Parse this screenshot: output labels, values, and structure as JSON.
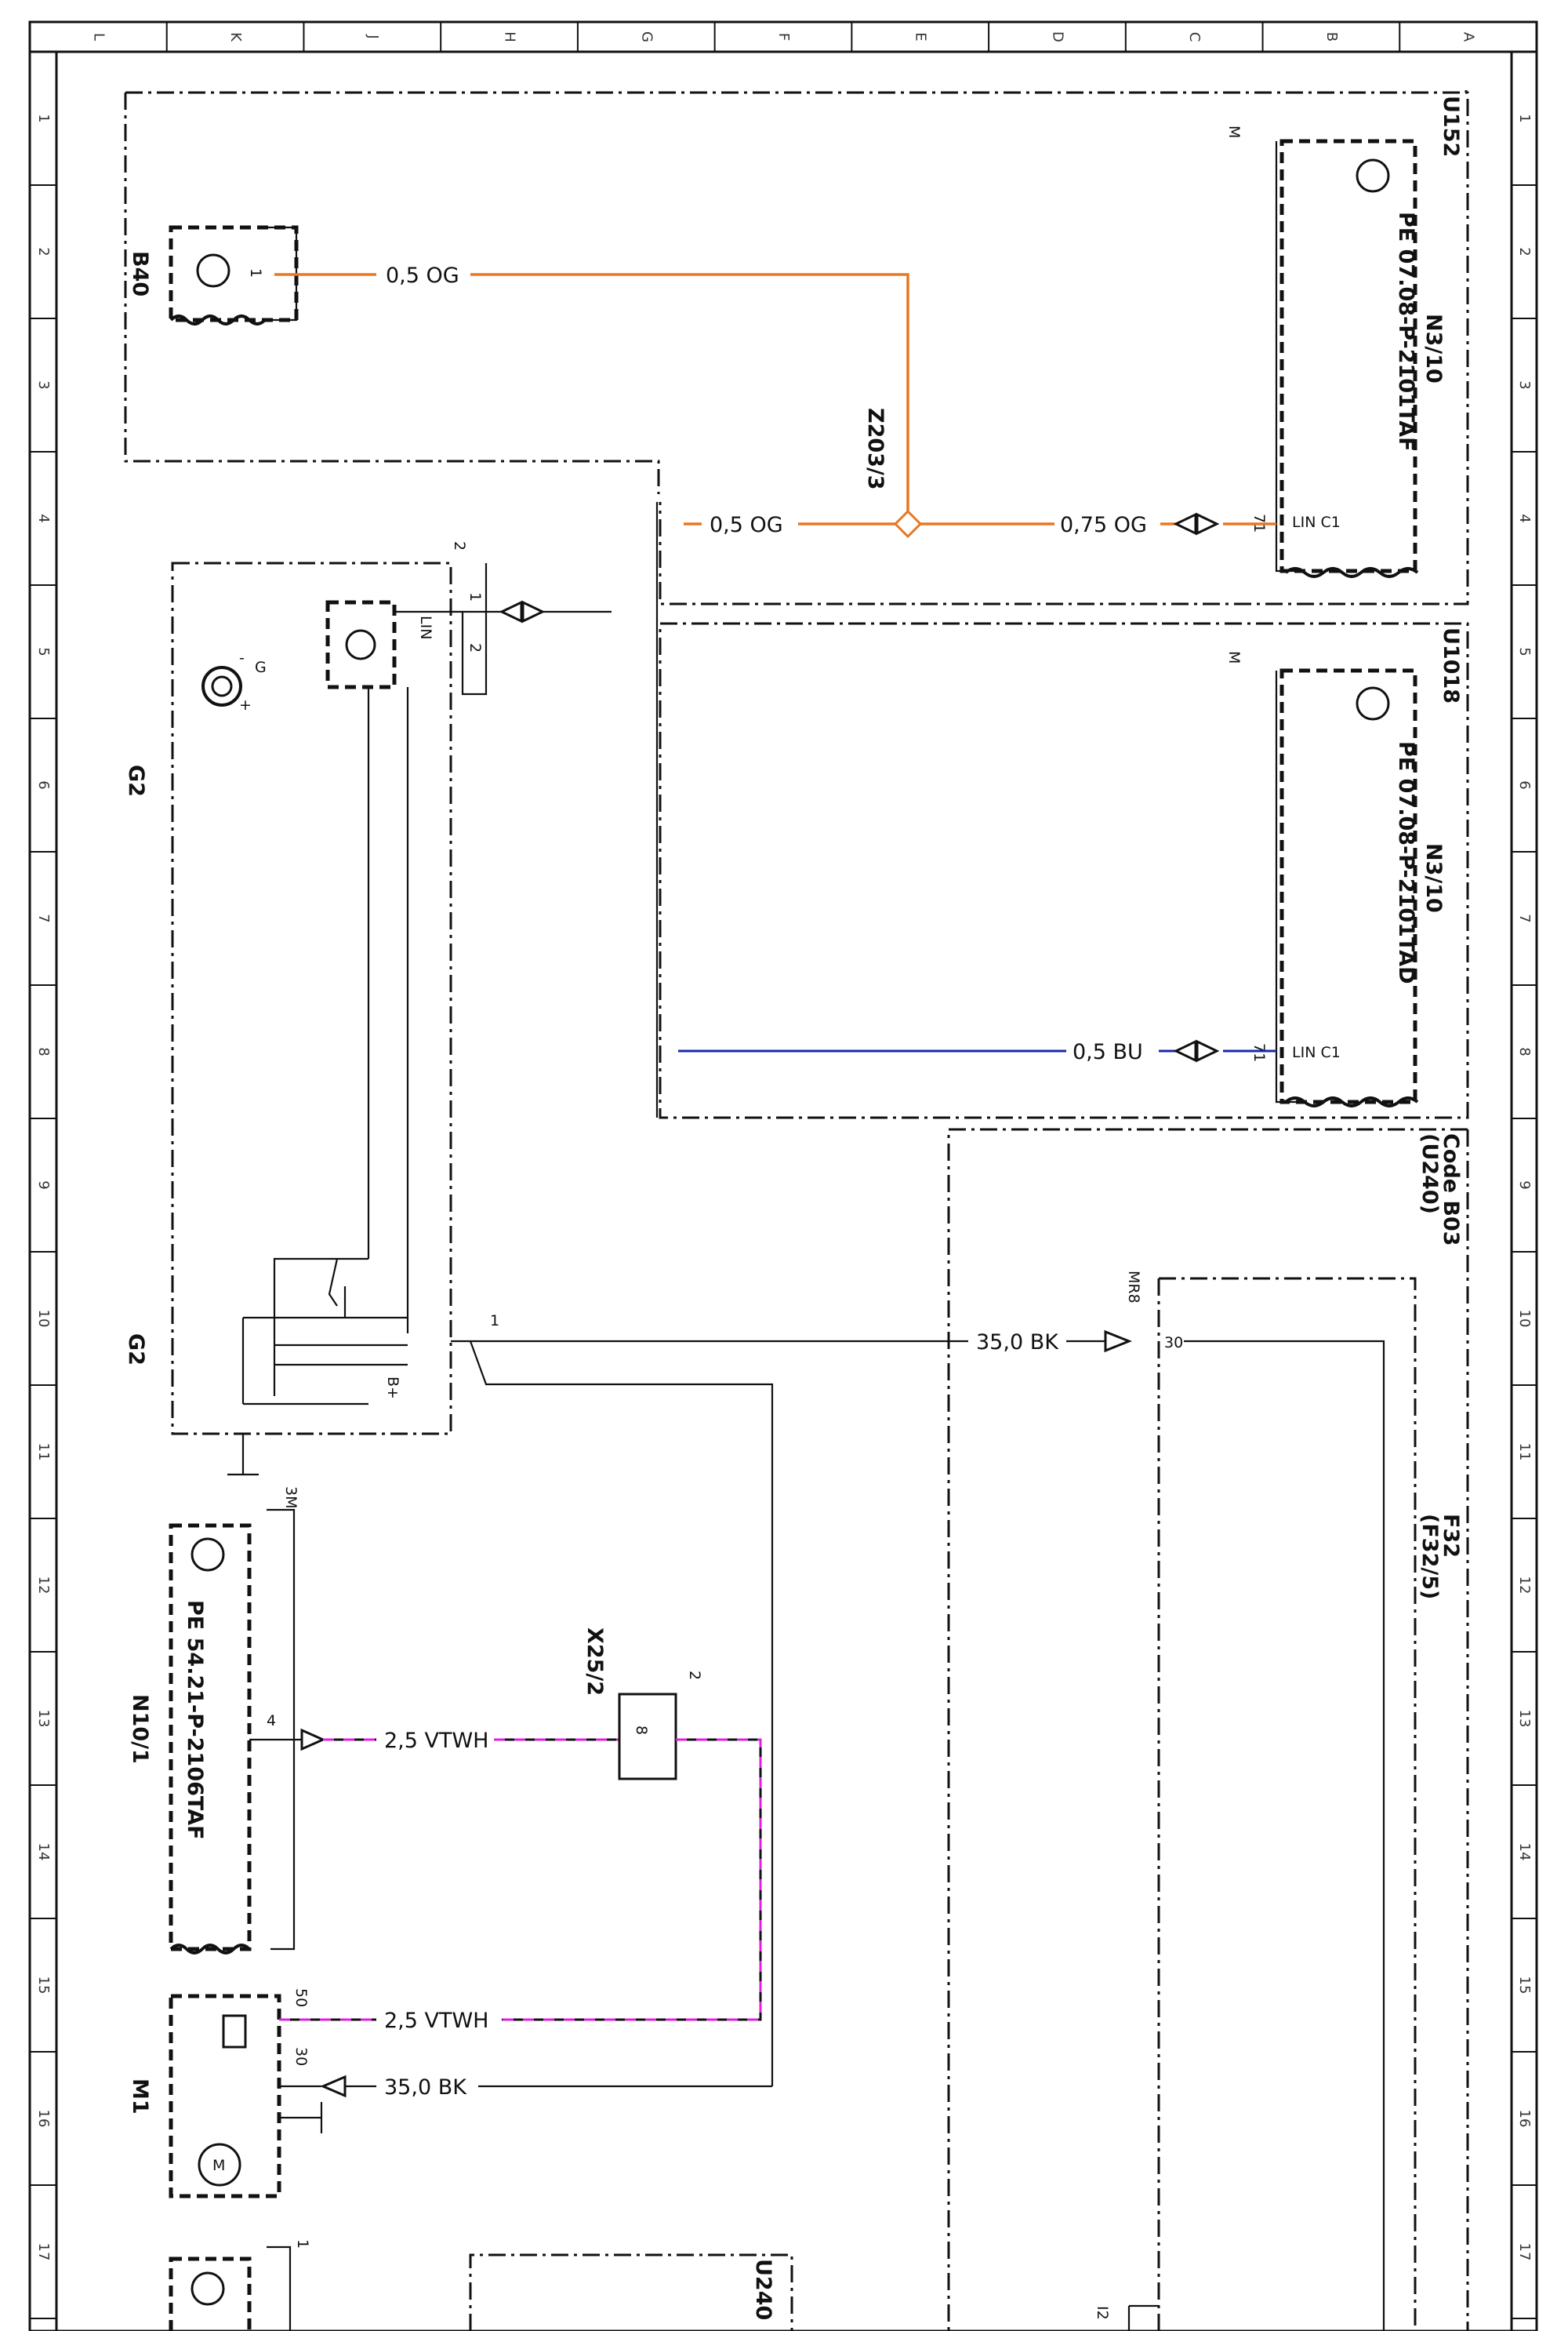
{
  "wire_colors": {
    "OG": "#e87722",
    "BU": "#1a2aa8",
    "VT": "#111111",
    "WH_dash": "#e020e0",
    "BK": "#111111"
  },
  "grid": {
    "top_letters": [
      "L",
      "K",
      "J",
      "H",
      "G",
      "F",
      "E",
      "D",
      "C",
      "B",
      "A"
    ],
    "rows": [
      "1",
      "2",
      "3",
      "4",
      "5",
      "6",
      "7",
      "8",
      "9",
      "10",
      "11",
      "12",
      "13",
      "14",
      "15",
      "16",
      "17"
    ]
  },
  "groups": {
    "u152": "U152",
    "u1018": "U1018",
    "code_b03": "Code B03",
    "code_u240": "(U240)",
    "f32": "F32",
    "f32_5": "(F32/5)",
    "u240": "U240"
  },
  "components": {
    "b40": "B40",
    "n3_10_top": "N3/10",
    "n3_10_top_ref": "PE 07.08-P-2101TAF",
    "n3_10_bottom": "N3/10",
    "n3_10_bottom_ref": "PE 07.08-P-2101TAD",
    "g2_top": "G2",
    "g2_bottom": "G2",
    "n10_1": "N10/1",
    "n10_1_ref": "PE 54.21-P-2106TAF",
    "m1": "M1",
    "z203_3": "Z203/3",
    "x25_2": "X25/2"
  },
  "wires": {
    "b40_og": "0,5 OG",
    "z203_og": "0,5 OG",
    "n310_og": "0,75 OG",
    "n310_bu": "0,5 BU",
    "g2_bk": "35,0 BK",
    "n10_vtwh": "2,5 VTWH",
    "m1_vtwh": "2,5 VTWH",
    "m1_bk": "35,0 BK"
  },
  "pins": {
    "b40_1": "1",
    "lin_c1_top": "LIN C1",
    "pin71_top": "71",
    "m_top": "M",
    "lin_c1_bot": "LIN C1",
    "pin71_bot": "71",
    "m_bot": "M",
    "g2_2": "2",
    "g2_1a": "1",
    "g2_lin": "LIN",
    "g2_2b": "2",
    "g2_b_plus": "B+",
    "g2_g": "G",
    "g2_plus": "+",
    "g2_minus": "-",
    "g2_1": "1",
    "mr8": "MR8",
    "f32_30": "30",
    "n10_3m": "3M",
    "n10_4": "4",
    "x25_2_pin2": "2",
    "x25_2_pin8": "8",
    "m1_50": "50",
    "m1_30": "30",
    "i2": "I2",
    "m1_m": "M",
    "u240_1": "1"
  }
}
